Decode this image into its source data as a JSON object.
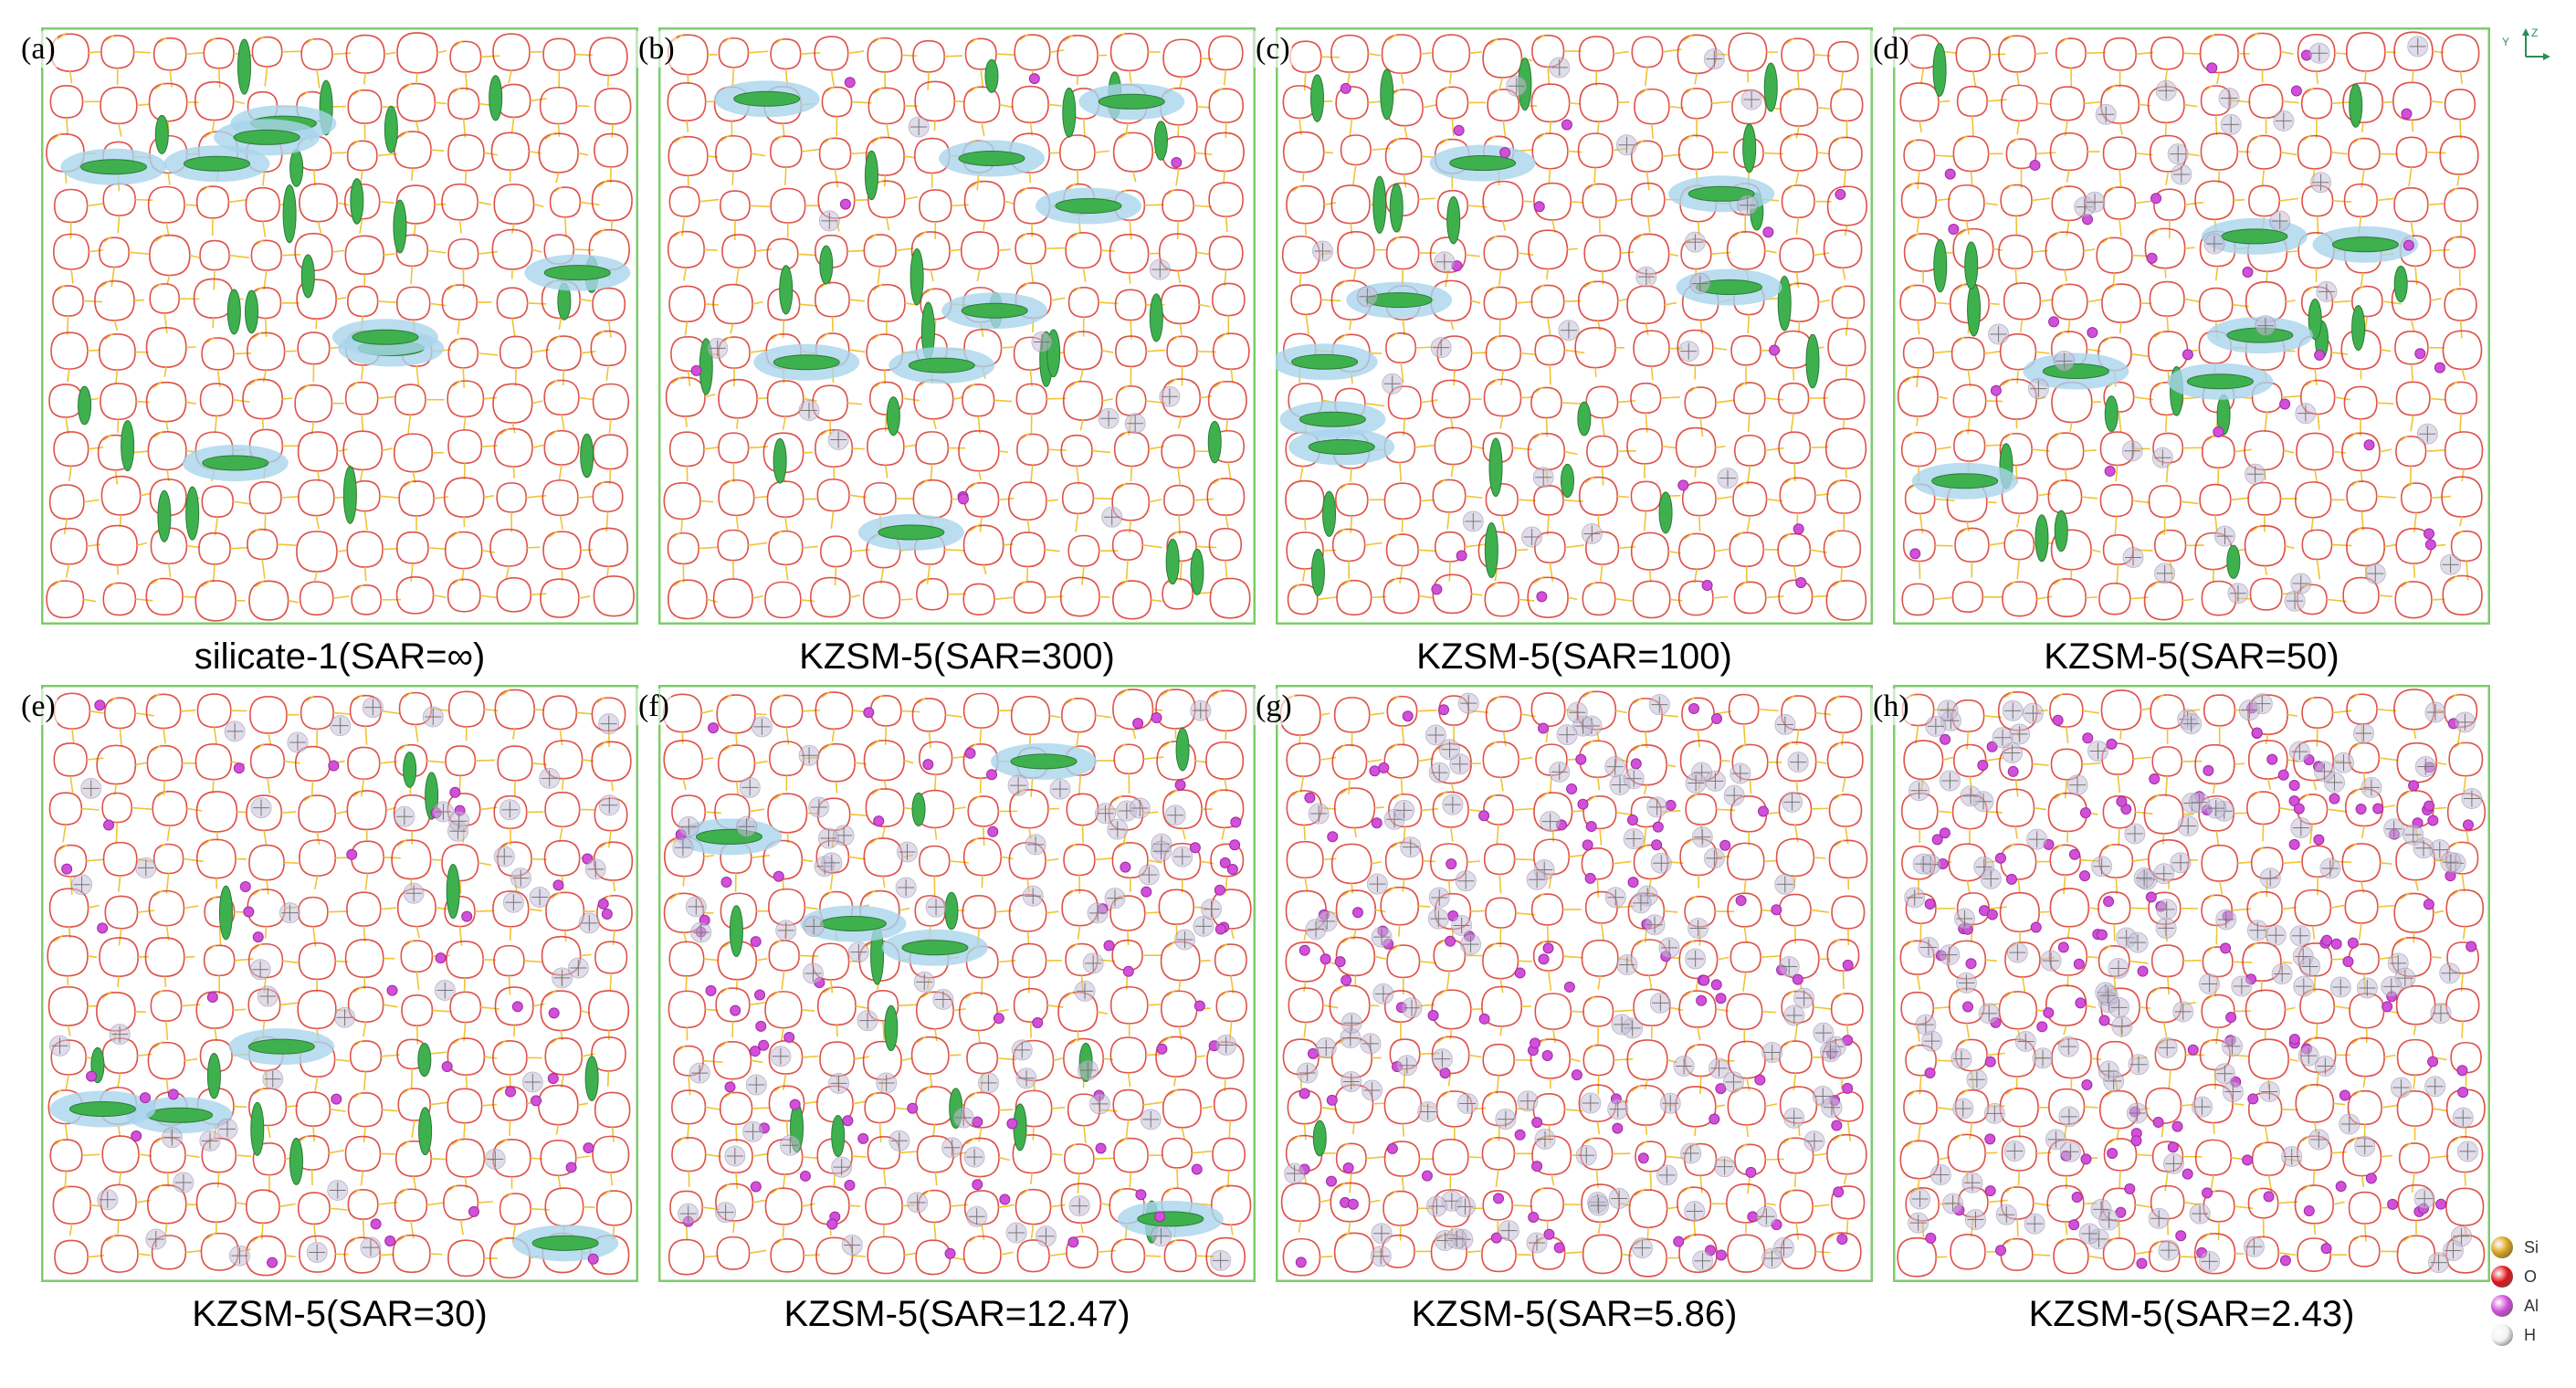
{
  "panels": [
    {
      "letter": "(a)",
      "caption": "silicate-1(SAR=∞)",
      "al_level": 0,
      "adsorbate_level": 1.0
    },
    {
      "letter": "(b)",
      "caption": "KZSM-5(SAR=300)",
      "al_level": 0.05,
      "adsorbate_level": 0.95
    },
    {
      "letter": "(c)",
      "caption": "KZSM-5(SAR=100)",
      "al_level": 0.12,
      "adsorbate_level": 0.9
    },
    {
      "letter": "(d)",
      "caption": "KZSM-5(SAR=50)",
      "al_level": 0.2,
      "adsorbate_level": 0.8
    },
    {
      "letter": "(e)",
      "caption": "KZSM-5(SAR=30)",
      "al_level": 0.3,
      "adsorbate_level": 0.55
    },
    {
      "letter": "(f)",
      "caption": "KZSM-5(SAR=12.47)",
      "al_level": 0.5,
      "adsorbate_level": 0.6
    },
    {
      "letter": "(g)",
      "caption": "KZSM-5(SAR=5.86)",
      "al_level": 0.78,
      "adsorbate_level": 0.05
    },
    {
      "letter": "(h)",
      "caption": "KZSM-5(SAR=2.43)",
      "al_level": 1.0,
      "adsorbate_level": 0.0
    }
  ],
  "legend": [
    {
      "label": "Si",
      "color": "#d9a21b"
    },
    {
      "label": "O",
      "color": "#e0141b"
    },
    {
      "label": "Al",
      "color": "#d24fd8"
    },
    {
      "label": "H",
      "color": "#f2f2f2"
    }
  ],
  "axes": {
    "y_label": "Y",
    "z_label": "Z"
  },
  "colors": {
    "frame": "#7ccd6a",
    "bond_si": "#f1c232",
    "bond_o": "#d8352a",
    "adsorbate": "#3fb04e",
    "highlight": "#a9d4ec",
    "al_atom": "#d24fd8",
    "k_ion": "#c8c0d8"
  }
}
